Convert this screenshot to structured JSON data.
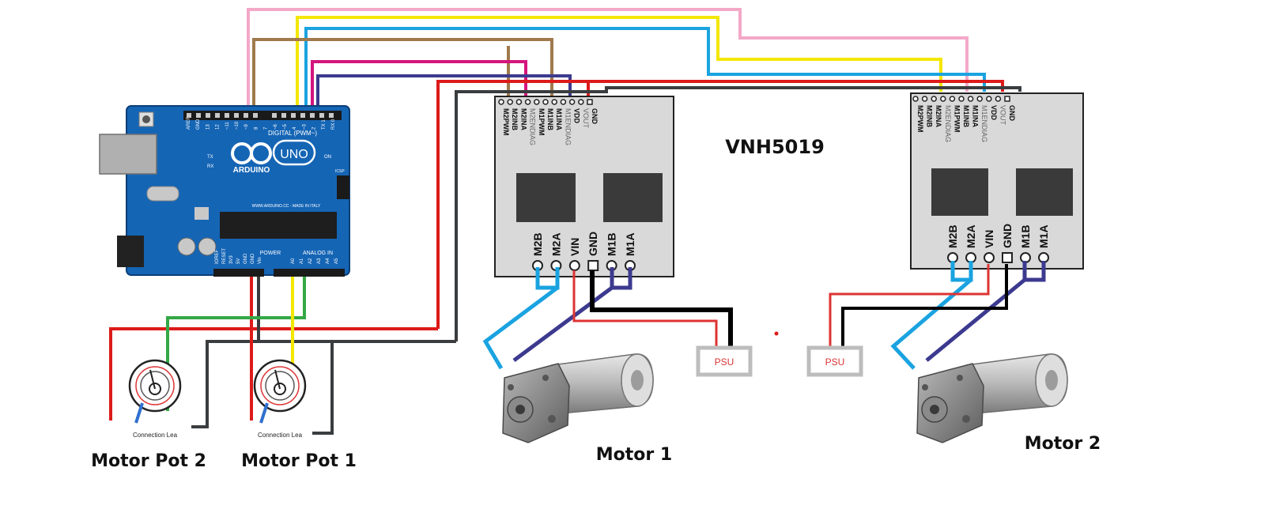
{
  "title": "VNH5019",
  "labels": {
    "motor1": "Motor 1",
    "motor2": "Motor 2",
    "pot1": "Motor Pot 1",
    "pot2": "Motor Pot 2",
    "psu": "PSU",
    "connection_leads": "Connection Lea"
  },
  "arduino": {
    "brand": "ARDUINO",
    "model": "UNO",
    "digital_header": "DIGITAL (PWM~)",
    "power_header": "POWER",
    "analog_header": "ANALOG IN",
    "website": "WWW.ARDUINO.CC - MADE IN ITALY",
    "tx": "TX",
    "rx": "RX",
    "on": "ON",
    "icsp": "ICSP",
    "digital_pins": [
      "AREF",
      "GND",
      "13",
      "12",
      "~11",
      "~10",
      "~9",
      "8",
      "7",
      "~6",
      "~5",
      "4",
      "~3",
      "2",
      "TX 1",
      "RX 0"
    ],
    "power_pins": [
      "IOREF",
      "RESET",
      "3V3",
      "5V",
      "GND",
      "GND",
      "Vin"
    ],
    "analog_pins": [
      "A0",
      "A1",
      "A2",
      "A3",
      "A4",
      "A5"
    ]
  },
  "driver": {
    "top_pins": [
      "M2PWM",
      "M2INB",
      "M2INA",
      "M2ENDIAG",
      "M1PWM",
      "M1INB",
      "M1INA",
      "M1ENDIAG",
      "VDD",
      "VOUT",
      "GND"
    ],
    "bottom_pins": [
      "M2B",
      "M2A",
      "VIN",
      "GND",
      "M1B",
      "M1A"
    ]
  },
  "colors": {
    "pink": "#f4a8c8",
    "yellow": "#f3e600",
    "cyan": "#1aa3e0",
    "brown": "#a07a4c",
    "magenta": "#d4157e",
    "navy": "#3c3a8f",
    "red": "#dd1a1a",
    "darkgray": "#3a3d3f",
    "green": "#33a845",
    "black": "#000000",
    "board_blue": "#1565b5",
    "driver_gray": "#d9d9d9"
  }
}
